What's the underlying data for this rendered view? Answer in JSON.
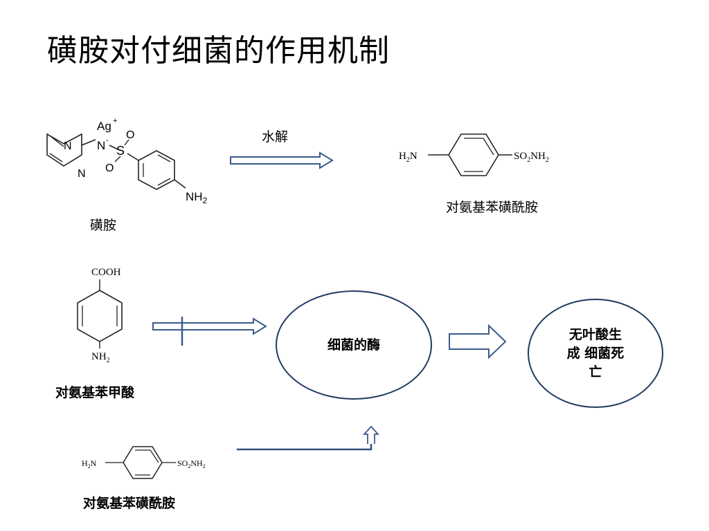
{
  "slide": {
    "title": "磺胺对付细菌的作用机制"
  },
  "hydrolysis": {
    "arrow_label": "水解",
    "reactant_name": "磺胺",
    "product_name": "对氨基苯磺酰胺"
  },
  "structures": {
    "silver_sulfadiazine": {
      "ag": "Ag",
      "ag_charge": "+",
      "n_minus": "N",
      "n_charge": "-",
      "s": "S",
      "o_top": "O",
      "o_bottom": "O",
      "n_ring_top": "N",
      "n_ring_bottom": "N",
      "amine": "NH",
      "amine_sub": "2"
    },
    "sulfanilamide_top": {
      "left": "H",
      "left_sub": "2",
      "left_n": "N",
      "right": "SO",
      "right_sub1": "2",
      "right_n": "NH",
      "right_sub2": "2"
    },
    "paba": {
      "top": "COOH",
      "bottom": "NH",
      "bottom_sub": "2"
    },
    "sulfanilamide_bottom": {
      "left": "H",
      "left_sub": "2",
      "left_n": "N",
      "right": "SO",
      "right_sub1": "2",
      "right_n": "NH",
      "right_sub2": "2"
    }
  },
  "mechanism": {
    "paba_name": "对氨基苯甲酸",
    "enzyme_label": "细菌的酶",
    "outcome_line1": "无叶酸生",
    "outcome_line2": "成  细菌死",
    "outcome_line3": "亡",
    "inhibitor_name": "对氨基苯磺酰胺"
  },
  "colors": {
    "arrow_stroke": "#3a5a8c",
    "ellipse_stroke": "#1f3a60",
    "text": "#000000"
  }
}
